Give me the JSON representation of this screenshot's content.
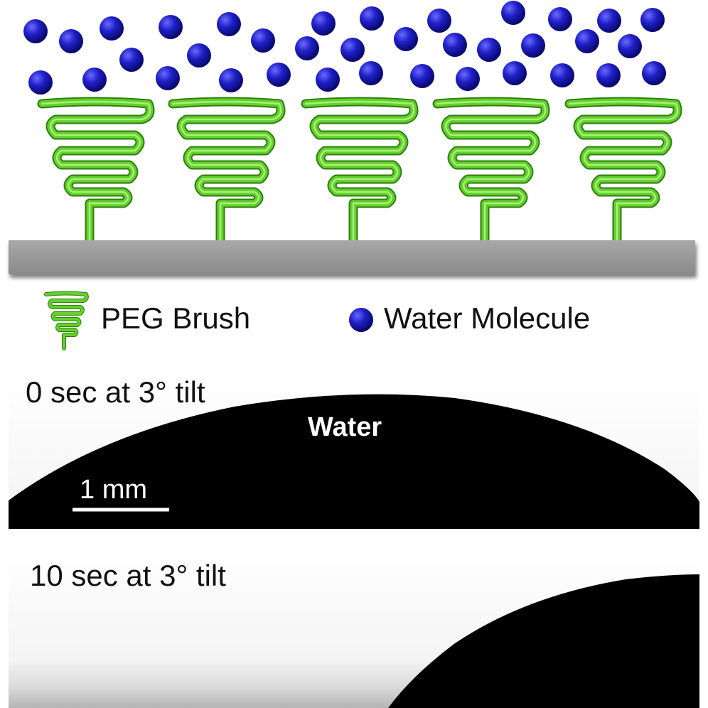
{
  "legend": {
    "peg_label": "PEG Brush",
    "water_label": "Water Molecule"
  },
  "panel_top": {
    "caption": "0 sec at 3° tilt",
    "drop_label": "Water",
    "scale_label": "1 mm"
  },
  "panel_bottom": {
    "caption": "10 sec at 3° tilt"
  },
  "colors": {
    "brush_green": "#5fcf26",
    "brush_dark": "#2f7d10",
    "water_blue": "#1b1bb0",
    "substrate_gray": "#9a9a9a",
    "drop_black": "#000000"
  },
  "icons": {
    "peg": "peg-brush-icon",
    "water": "water-molecule-icon"
  }
}
